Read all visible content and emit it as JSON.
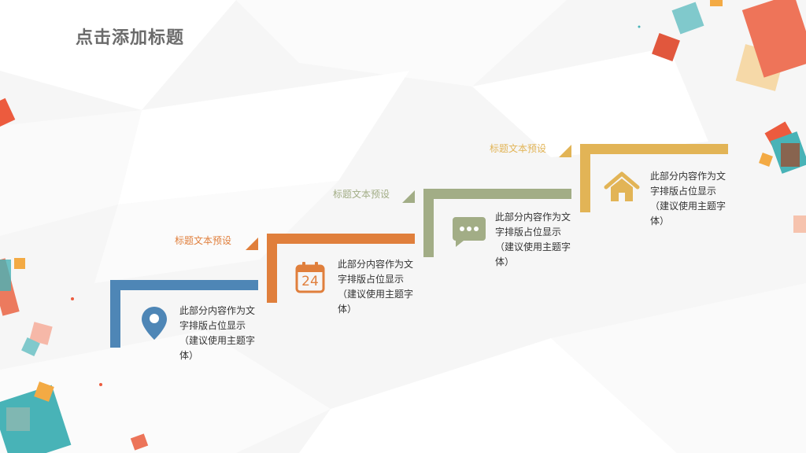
{
  "title": "点击添加标题",
  "steps": [
    {
      "desc": "此部分内容作为文字排版占位显示（建议使用主题字体）",
      "icon": "location-pin-icon",
      "color": "#4e86b6"
    },
    {
      "label": "标题文本预设",
      "desc": "此部分内容作为文字排版占位显示（建议使用主题字体）",
      "icon": "calendar-icon",
      "icon_text": "24",
      "color": "#e07f3c"
    },
    {
      "label": "标题文本预设",
      "desc": "此部分内容作为文字排版占位显示（建议使用主题字体）",
      "icon": "chat-bubble-icon",
      "color": "#a2ad86"
    },
    {
      "label": "标题文本预设",
      "desc": "此部分内容作为文字排版占位显示（建议使用主题字体）",
      "icon": "house-icon",
      "color": "#e2b456"
    }
  ]
}
